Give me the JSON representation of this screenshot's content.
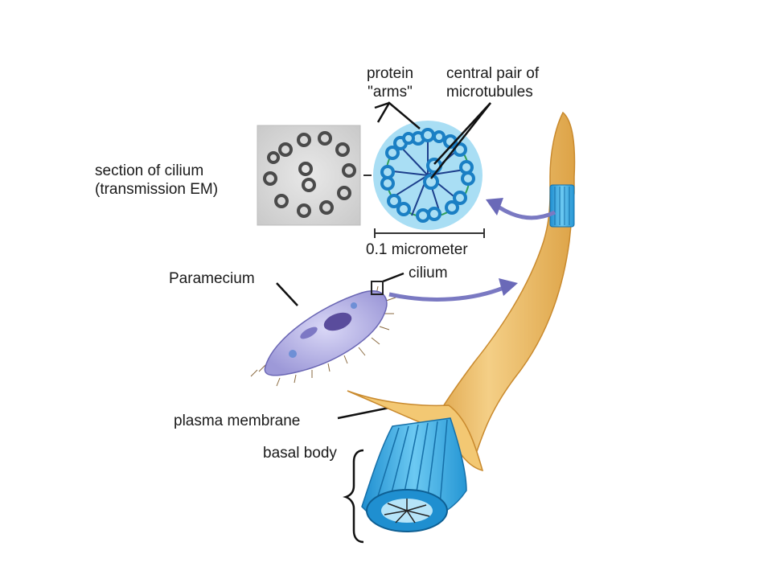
{
  "labels": {
    "protein_arms": [
      "protein",
      "\"arms\""
    ],
    "central_pair": [
      "central pair of",
      "microtubules"
    ],
    "section_of_cilium": [
      "section of cilium",
      "(transmission EM)"
    ],
    "scale_bar": "0.1 micrometer",
    "cilium": "cilium",
    "paramecium": "Paramecium",
    "plasma_membrane": "plasma membrane",
    "basal_body": "basal body"
  },
  "colors": {
    "cilium_tan": "#e8b65a",
    "cilium_light": "#f6d89a",
    "microtubule_blue": "#3aa7e0",
    "section_bg": "#a9def4",
    "arrow_purple": "#7a79c2",
    "paramecium_body": "#b8b5e6",
    "em_gray": "#8a8a8a"
  }
}
